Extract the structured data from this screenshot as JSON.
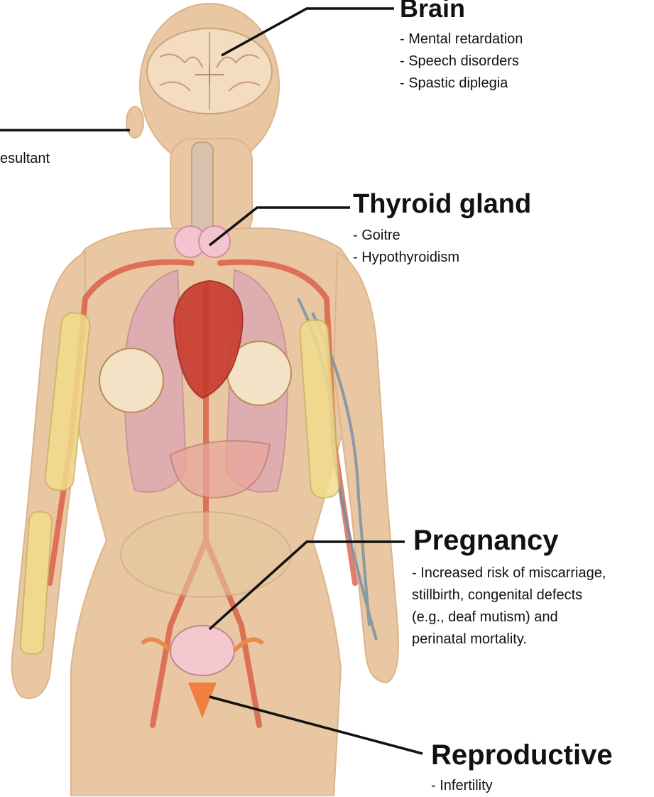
{
  "labels": {
    "brain": {
      "title": "Brain",
      "items": [
        "- Mental retardation",
        "- Speech disorders",
        "- Spastic diplegia"
      ]
    },
    "left_partial": {
      "text": "esultant"
    },
    "thyroid": {
      "title": "Thyroid gland",
      "items": [
        "- Goitre",
        "- Hypothyroidism"
      ]
    },
    "pregnancy": {
      "title": "Pregnancy",
      "lines": [
        "- Increased risk of miscarriage,",
        "stillbirth, congenital defects",
        "(e.g., deaf mutism) and",
        "perinatal mortality."
      ]
    },
    "reproductive": {
      "title": "Reproductive",
      "items": [
        "- Infertility"
      ]
    }
  },
  "icons": [
    "human-body-illustration",
    "brain-icon",
    "thyroid-icon",
    "heart-icon",
    "lungs-icon",
    "uterus-icon"
  ],
  "colors": {
    "skin": "#e8c7a2",
    "leader_line": "#111111",
    "artery": "#d9533c",
    "vein": "#6f8fa8",
    "heart": "#c83a2e",
    "lung": "#d9a3b5",
    "bone": "#f1dc8c"
  }
}
